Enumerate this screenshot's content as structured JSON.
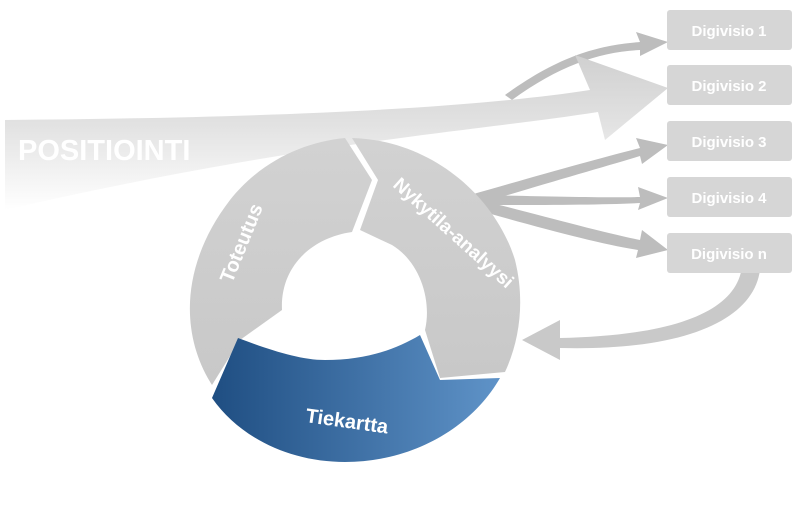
{
  "positioning": {
    "label": "POSITIOINTI"
  },
  "cycle": {
    "segments": [
      {
        "id": "toteutus",
        "label": "Toteutus"
      },
      {
        "id": "nykytila",
        "label": "Nykytila-analyysi"
      },
      {
        "id": "tiekartta",
        "label": "Tiekartta"
      }
    ]
  },
  "visions": [
    {
      "label": "Digivisio 1"
    },
    {
      "label": "Digivisio 2"
    },
    {
      "label": "Digivisio 3"
    },
    {
      "label": "Digivisio 4"
    },
    {
      "label": "Digivisio n"
    }
  ],
  "colors": {
    "gray_segment": "#cfcfcf",
    "blue_dark": "#1f4e82",
    "blue_light": "#5a8bc0",
    "box": "#d6d6d6",
    "arrow": "#c4c4c4"
  }
}
